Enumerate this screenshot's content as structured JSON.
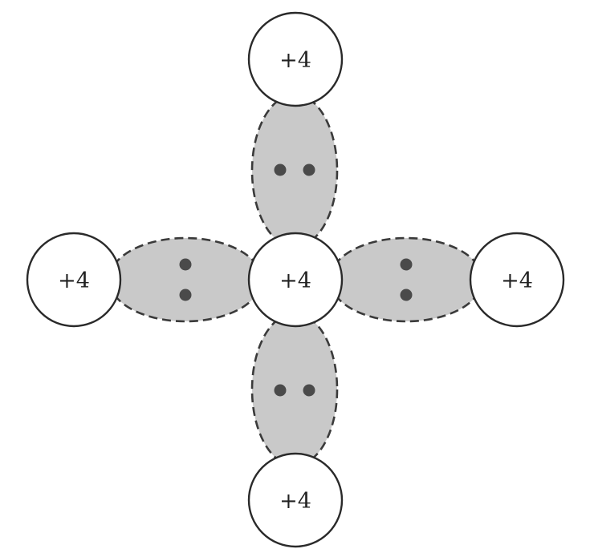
{
  "diagram": {
    "atoms": [
      {
        "id": "center",
        "charge": "+4"
      },
      {
        "id": "top",
        "charge": "+4"
      },
      {
        "id": "left",
        "charge": "+4"
      },
      {
        "id": "right",
        "charge": "+4"
      },
      {
        "id": "bottom",
        "charge": "+4"
      }
    ],
    "bonds": [
      {
        "id": "top",
        "electrons": 2
      },
      {
        "id": "left",
        "electrons": 2
      },
      {
        "id": "right",
        "electrons": 2
      },
      {
        "id": "bottom",
        "electrons": 2
      }
    ],
    "colors": {
      "bond_fill": "#c9c9c9",
      "bond_outline": "#3a3a3a",
      "electron": "#4a4a4a",
      "atom_fill": "#ffffff",
      "atom_outline": "#2a2a2a"
    }
  }
}
